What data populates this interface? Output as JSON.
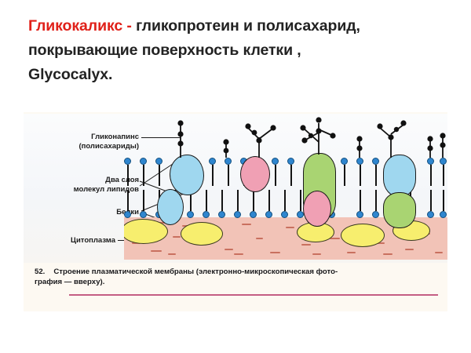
{
  "slide": {
    "title_lines": [
      {
        "highlight": "Гликокаликс -",
        "rest": " гликопротеин и полисахарид,"
      },
      {
        "highlight": "",
        "rest": "покрывающие поверхность клетки ,"
      },
      {
        "highlight": "",
        "rest": "Glycocalyx."
      }
    ],
    "highlight_color": "#e0211a",
    "text_color": "#222222"
  },
  "figure": {
    "labels": {
      "glycocalyx": "Гликонапинс\n(полисахариды)",
      "glycocalyx_line1": "Гликонапинс",
      "glycocalyx_line2": "(полисахариды)",
      "bilayer_line1": "Два слоя",
      "bilayer_line2": "молекул липидов",
      "proteins": "Белки",
      "cytoplasm": "Цитоплазма"
    },
    "caption": {
      "number": "52.",
      "line1": "Строение плазматической мембраны (электронно-микроскопическая фото-",
      "line2": "графия — вверху)."
    },
    "colors": {
      "lipid_head": "#2f86cf",
      "lipid_tail": "#141414",
      "protein_blue": "#9fd7ef",
      "protein_green": "#a9d472",
      "protein_pink": "#f0a0b4",
      "cytoplasm": "#f2c3b7",
      "cytoplasm_dash": "#c9705f",
      "vesicle": "#f7ee6e",
      "glycocalyx_bead": "#111111",
      "page": "#fdf9f2",
      "rule": "#c45e84"
    }
  }
}
